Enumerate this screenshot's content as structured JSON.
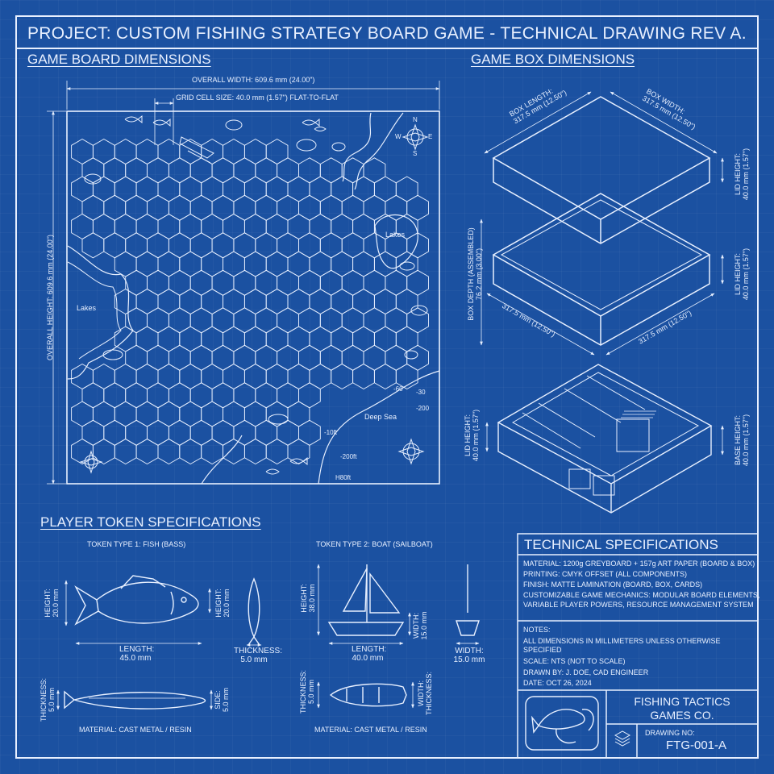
{
  "title": "PROJECT: CUSTOM FISHING STRATEGY BOARD GAME - TECHNICAL DRAWING REV A.",
  "board": {
    "heading": "GAME BOARD DIMENSIONS",
    "overall_width": "OVERALL WIDTH: 609.6 mm (24.00\")",
    "grid_cell": "GRID CELL SIZE: 40.0 mm (1.57\") FLAT-TO-FLAT",
    "overall_height": "OVERALL HEIGHT: 609.6 mm (24.00\")",
    "lakes_left": "Lakes",
    "lakes_right": "Lakes",
    "deep_sea": "Deep Sea",
    "depths": [
      "-60",
      "-30",
      "-200",
      "-10ft",
      "-200ft",
      "H80ft"
    ],
    "compass": {
      "n": "N",
      "s": "S",
      "e": "E",
      "w": "W"
    }
  },
  "box": {
    "heading": "GAME BOX DIMENSIONS",
    "box_length": "BOX LENGTH:\n317.5 mm (12.50\")",
    "box_length_a": "BOX LENGTH:",
    "box_length_b": "317.5 mm (12.50\")",
    "box_width_a": "BOX WIDTH:",
    "box_width_b": "317.5 mm (12.50\")",
    "lid_height_top": "LID HEIGHT:",
    "lid_height_top_val": "40.0 mm (1.57\")",
    "lid_height_mid": "LID HEIGHT:",
    "lid_height_mid_val": "40.0 mm (1.57\")",
    "box_depth": "BOX DEPTH (ASSEMBLED)",
    "box_depth_val": "76.2 mm (3.00\")",
    "base_dim_l": "317.5 mm (12.50\")",
    "base_dim_r": "317.5 mm (12.50\")",
    "lid_height_low": "LID HEIGHT:",
    "lid_height_low_val": "40.0 mm (1.57\")",
    "base_height": "BASE HEIGHT:",
    "base_height_val": "40.0 mm (1.57\")"
  },
  "tokens": {
    "heading": "PLAYER TOKEN SPECIFICATIONS",
    "fish_title": "TOKEN TYPE 1: FISH (BASS)",
    "boat_title": "TOKEN TYPE 2: BOAT (SAILBOAT)",
    "fish_height_l": "HEIGHT:",
    "fish_height_v": "20.0 mm",
    "fish_height_r": "HEIGHT:",
    "fish_height_rv": "20.0 mm",
    "fish_length": "LENGTH:",
    "fish_length_v": "45.0 mm",
    "fish_thickness": "THICKNESS:",
    "fish_thickness_v": "5.0 mm",
    "fish_thick_l": "THICKNESS:",
    "fish_thick_lv": "5.0 mm",
    "fish_side": "SIDE:",
    "fish_side_v": "5.0 mm",
    "fish_material": "MATERIAL: CAST METAL / RESIN",
    "boat_height": "HEIGHT:",
    "boat_height_v": "38.0 mm",
    "boat_width_r": "WIDTH:",
    "boat_width_rv": "15.0 mm",
    "boat_length": "LENGTH:",
    "boat_length_v": "40.0 mm",
    "boat_width": "WIDTH:",
    "boat_width_v": "15.0 mm",
    "boat_thick_l": "THICKNESS:",
    "boat_thick_lv": "5.0 mm",
    "boat_thick_r": "WIDTH:",
    "boat_thick_r2": "THICKNESS:",
    "boat_material": "MATERIAL: CAST METAL / RESIN"
  },
  "specs": {
    "heading": "TECHNICAL SPECIFICATIONS",
    "lines": [
      "MATERIAL: 1200g GREYBOARD + 157g ART PAPER (BOARD & BOX)",
      "PRINTING: CMYK OFFSET (ALL COMPONENTS)",
      "FINISH: MATTE LAMINATION (BOARD, BOX, CARDS)",
      "CUSTOMIZABLE GAME MECHANICS: MODULAR BOARD ELEMENTS,",
      "VARIABLE PLAYER POWERS, RESOURCE MANAGEMENT SYSTEM"
    ],
    "notes": [
      "NOTES:",
      "ALL DIMENSIONS IN MILLIMETERS UNLESS OTHERWISE",
      "SPECIFIED",
      "SCALE: NTS (NOT TO SCALE)",
      "DRAWN BY: J. DOE, CAD ENGINEER",
      "DATE: OCT 26, 2024"
    ],
    "company_1": "FISHING TACTICS",
    "company_2": "GAMES CO.",
    "drawing_label": "DRAWING NO:",
    "drawing_no": "FTG-001-A"
  },
  "colors": {
    "bg": "#1b51a1",
    "ink": "#e8f0ff"
  }
}
